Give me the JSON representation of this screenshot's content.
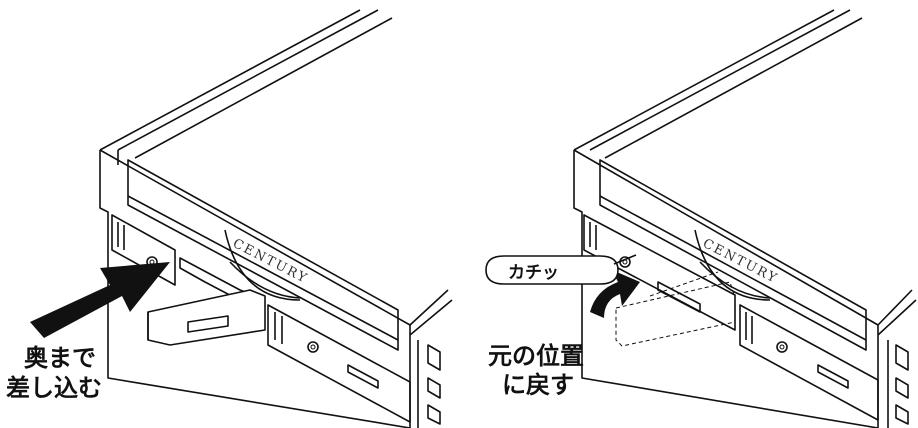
{
  "left_panel": {
    "caption_line1": "奥まで",
    "caption_line2": "差し込む",
    "brand": "CENTURY"
  },
  "right_panel": {
    "bubble_text": "カチッ",
    "caption_line1": "元の位置",
    "caption_line2": "に戻す",
    "brand": "CENTURY"
  },
  "colors": {
    "ink": "#111111",
    "background": "#ffffff"
  },
  "icons": [
    "push-arrow-icon",
    "return-arrow-icon",
    "lock-knob-icon"
  ]
}
